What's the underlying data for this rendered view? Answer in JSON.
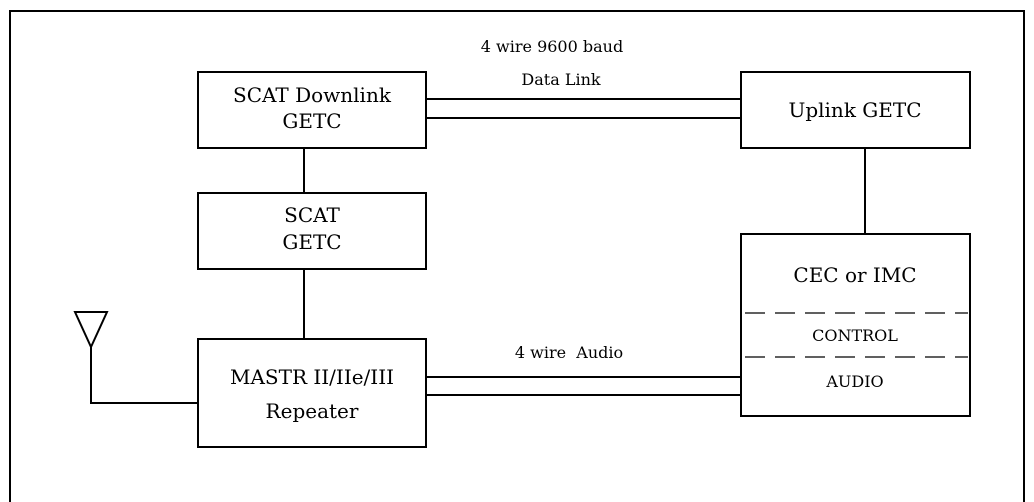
{
  "diagram": {
    "boxes": {
      "scat_downlink": {
        "line1": "SCAT Downlink",
        "line2": "GETC"
      },
      "uplink": {
        "label": "Uplink GETC"
      },
      "scat": {
        "line1": "SCAT",
        "line2": "GETC"
      },
      "cec_imc": {
        "title": "CEC or IMC",
        "control": "CONTROL",
        "audio": "AUDIO"
      },
      "mastr": {
        "line1": "MASTR II/IIe/III",
        "line2": "Repeater"
      }
    },
    "links": {
      "data_link": {
        "line1": "4 wire 9600 baud",
        "line2": "Data Link"
      },
      "audio_link": {
        "label": "4 wire  Audio"
      }
    }
  }
}
